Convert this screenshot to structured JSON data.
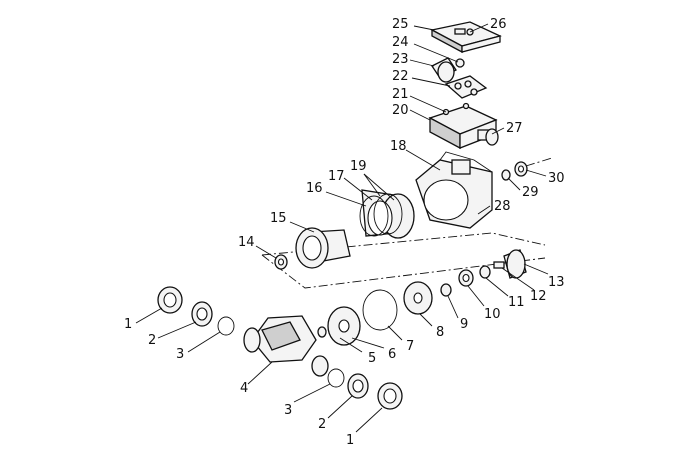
{
  "callouts": [
    "1",
    "2",
    "3",
    "4",
    "1",
    "2",
    "3",
    "5",
    "6",
    "7",
    "8",
    "9",
    "10",
    "11",
    "12",
    "13",
    "14",
    "15",
    "16",
    "17",
    "19",
    "18",
    "20",
    "21",
    "22",
    "23",
    "24",
    "25",
    "26",
    "27",
    "28",
    "29",
    "30"
  ]
}
